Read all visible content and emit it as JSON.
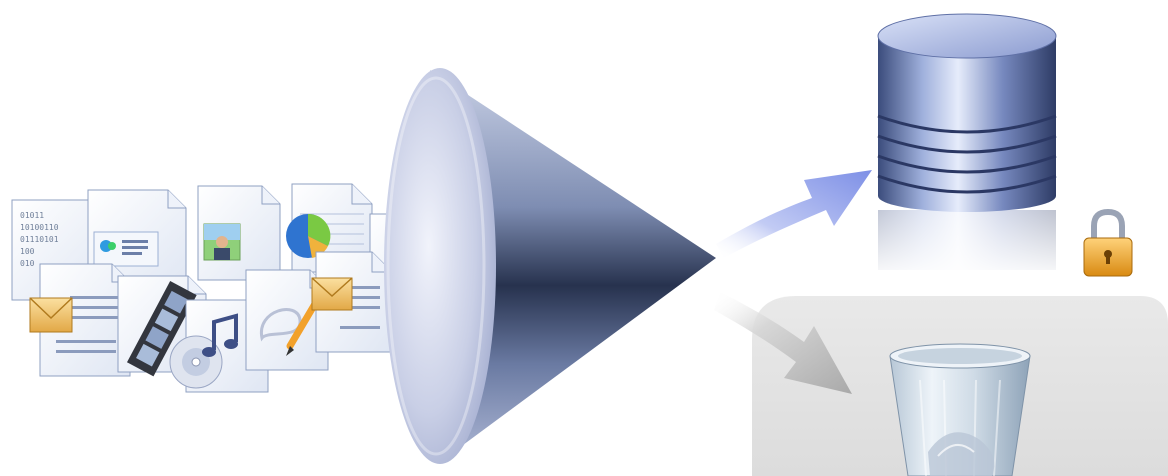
{
  "binary_document": {
    "lines": [
      "01011",
      "10100110",
      "01110101",
      "100",
      "010"
    ]
  },
  "icons": {
    "source_files": [
      "document-icon",
      "chart-document-icon",
      "photo-document-icon",
      "pie-chart-document-icon",
      "music-document-icon",
      "email-document-icon",
      "film-document-icon",
      "cd-music-document-icon",
      "drawing-document-icon",
      "email-document-icon"
    ],
    "filter": "funnel-cone-icon",
    "keep_arrow": "arrow-up-right-icon",
    "discard_arrow": "arrow-down-right-icon",
    "storage": "database-icon",
    "secure_folders": "locked-folders-icon",
    "trash": "recycle-bin-icon"
  },
  "colors": {
    "keep_arrow": "#7d8fe6",
    "discard_arrow": "#a9a9a9",
    "discard_panel": "#e4e4e4",
    "cone_body": "#4a5a7e"
  }
}
